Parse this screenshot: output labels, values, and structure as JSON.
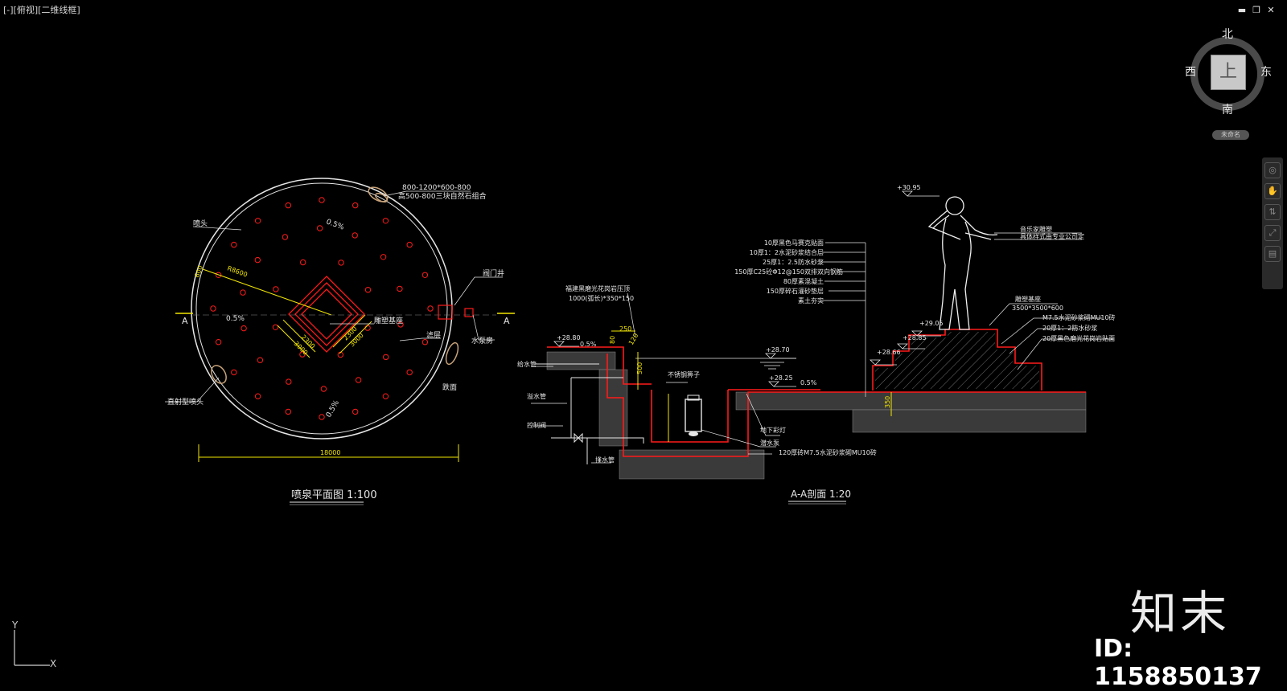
{
  "viewport": {
    "label": "[-][俯视][二维线框]"
  },
  "window_controls": {
    "minimize": "▬",
    "restore": "❐",
    "close": "✕"
  },
  "viewcube": {
    "north": "北",
    "south": "南",
    "east": "东",
    "west": "西",
    "top_face": "上",
    "ucs_label": "未命名"
  },
  "navbar": {
    "tools": [
      "◎",
      "✋",
      "⇅",
      "⤢",
      "▤"
    ]
  },
  "ucs": {
    "y_label": "Y",
    "x_label": "X"
  },
  "watermark": {
    "brand": "知末",
    "id": "ID: 1158850137"
  },
  "plan": {
    "title": "喷泉平面图 1:100",
    "dim_total": "18000",
    "radius": "R8600",
    "radius2": "600",
    "dim_a": "2300",
    "dim_b": "3000",
    "dim_c": "2300",
    "dim_d": "3000",
    "section_a": "A",
    "slope1": "0.5%",
    "slope2": "0.5%",
    "slope3": "0.5%",
    "note_stone1": "800-1200*600-800",
    "note_stone2": "高500-800三块自然石组合",
    "label_nozzle": "喷头",
    "label_valve": "阀门井",
    "label_pump": "水泵房",
    "label_base": "雕塑基座",
    "label_drain": "滤层",
    "label_top": "跌面",
    "label_jet": "直射型喷头"
  },
  "section": {
    "title": "A-A剖面 1:20",
    "elev1": "+30.95",
    "elev2": "+28.80",
    "elev3": "+28.70",
    "elev4": "+28.25",
    "elev5": "+29.05",
    "elev6": "+28.85",
    "elev7": "+28.66",
    "slope1": "0.5%",
    "slope2": "0.5%",
    "dim_250": "250",
    "dim_500": "500",
    "dim_350": "350",
    "dim_sm1": "80",
    "dim_sm2": "120",
    "label_statue1": "音乐家雕塑",
    "label_statue2": "具体样式由专业公司定",
    "label_base1": "雕塑基座",
    "label_base2": "3500*3500*600",
    "layers": [
      "10厚黑色马赛克贴面",
      "10厚1：2水泥砂浆结合层",
      "25厚1：2.5防水砂浆",
      "150厚C25砼Φ12@150双排双向钢筋",
      "80厚素混凝土",
      "150厚碎石灌砂垫层",
      "素土夯实"
    ],
    "base_layers": [
      "M7.5水泥砂浆砌MU10砖",
      "20厚1：2防水砂浆",
      "20厚黑色磨光花岗岩贴面"
    ],
    "label_coping1": "福建黑磨光花岗岩压顶",
    "label_coping2": "1000(弧长)*350*150",
    "label_supply": "给水管",
    "label_overflow": "溢水管",
    "label_control": "控制阀",
    "label_drainpipe": "排水管",
    "label_grate": "不锈钢箅子",
    "label_light": "地下彩灯",
    "label_pump": "潜水泵",
    "label_wall": "120厚砖M7.5水泥砂浆砌MU10砖"
  },
  "colors": {
    "cad_white": "#e6e6e6",
    "cad_red": "#ff1a1a",
    "cad_yellow": "#f2e600",
    "statue": "#f0f0f0",
    "hatch": "#8a8a8a",
    "rock": "#c9a37a"
  }
}
